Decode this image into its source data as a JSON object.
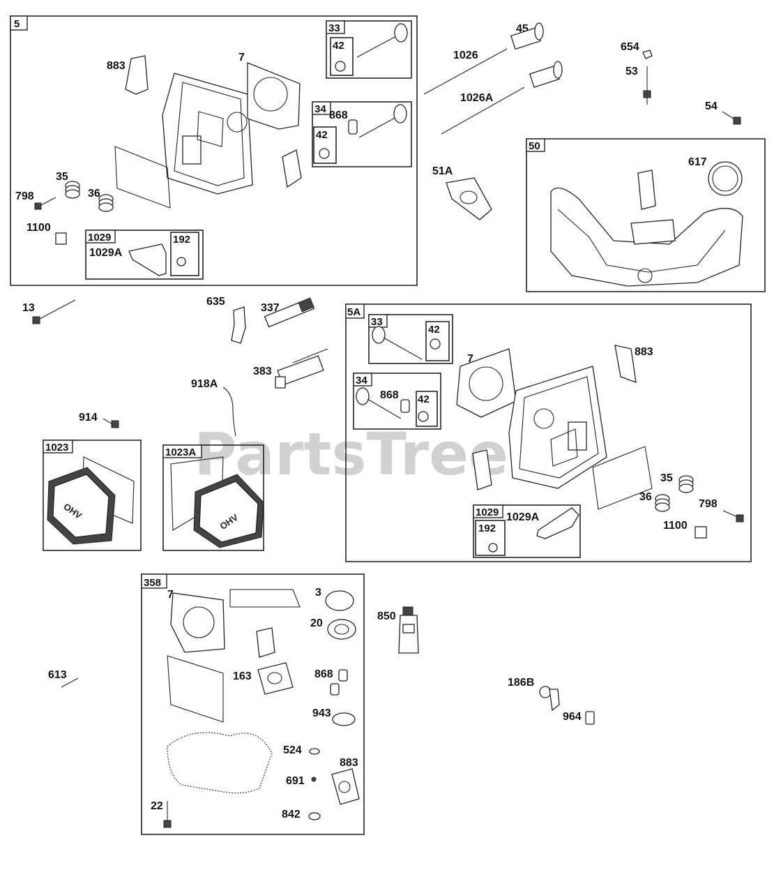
{
  "watermark": "PartsTree",
  "groups": {
    "g5": "5",
    "g33a": "33",
    "g42a": "42",
    "g34a": "34",
    "g42b": "42",
    "g1029a": "1029",
    "g192a": "192",
    "g50": "50",
    "g1023": "1023",
    "g1023A": "1023A",
    "g5A": "5A",
    "g33b": "33",
    "g42c": "42",
    "g34b": "34",
    "g42d": "42",
    "g1029b": "1029",
    "g192b": "192",
    "g358": "358"
  },
  "labels": {
    "l883a": "883",
    "l7a": "7",
    "l868a": "868",
    "l35a": "35",
    "l36a": "36",
    "l798a": "798",
    "l1100a": "1100",
    "l1029Aa": "1029A",
    "l45": "45",
    "l1026": "1026",
    "l1026A": "1026A",
    "l51A": "51A",
    "l654": "654",
    "l53": "53",
    "l54": "54",
    "l617": "617",
    "l13": "13",
    "l635": "635",
    "l337": "337",
    "l383": "383",
    "l918A": "918A",
    "l914": "914",
    "l7b": "7",
    "l883b": "883",
    "l868b": "868",
    "l35b": "35",
    "l36b": "36",
    "l798b": "798",
    "l1100b": "1100",
    "l1029Ab": "1029A",
    "l7c": "7",
    "l3": "3",
    "l20": "20",
    "l163": "163",
    "l868c": "868",
    "l943": "943",
    "l524": "524",
    "l883c": "883",
    "l691": "691",
    "l842": "842",
    "l22": "22",
    "l850": "850",
    "l613": "613",
    "l186B": "186B",
    "l964": "964"
  },
  "icons": {
    "valve": "valve-icon",
    "gasket": "gasket-icon",
    "bolt": "bolt-icon",
    "spring": "spring-icon",
    "cylinder-head": "cylinder-head-icon",
    "rocker-arm": "rocker-arm-icon",
    "valve-cover": "valve-cover-icon",
    "intake-manifold": "intake-manifold-icon",
    "spark-plug": "spark-plug-icon",
    "sealant-tube": "sealant-tube-icon",
    "seal-ring": "seal-ring-icon"
  }
}
